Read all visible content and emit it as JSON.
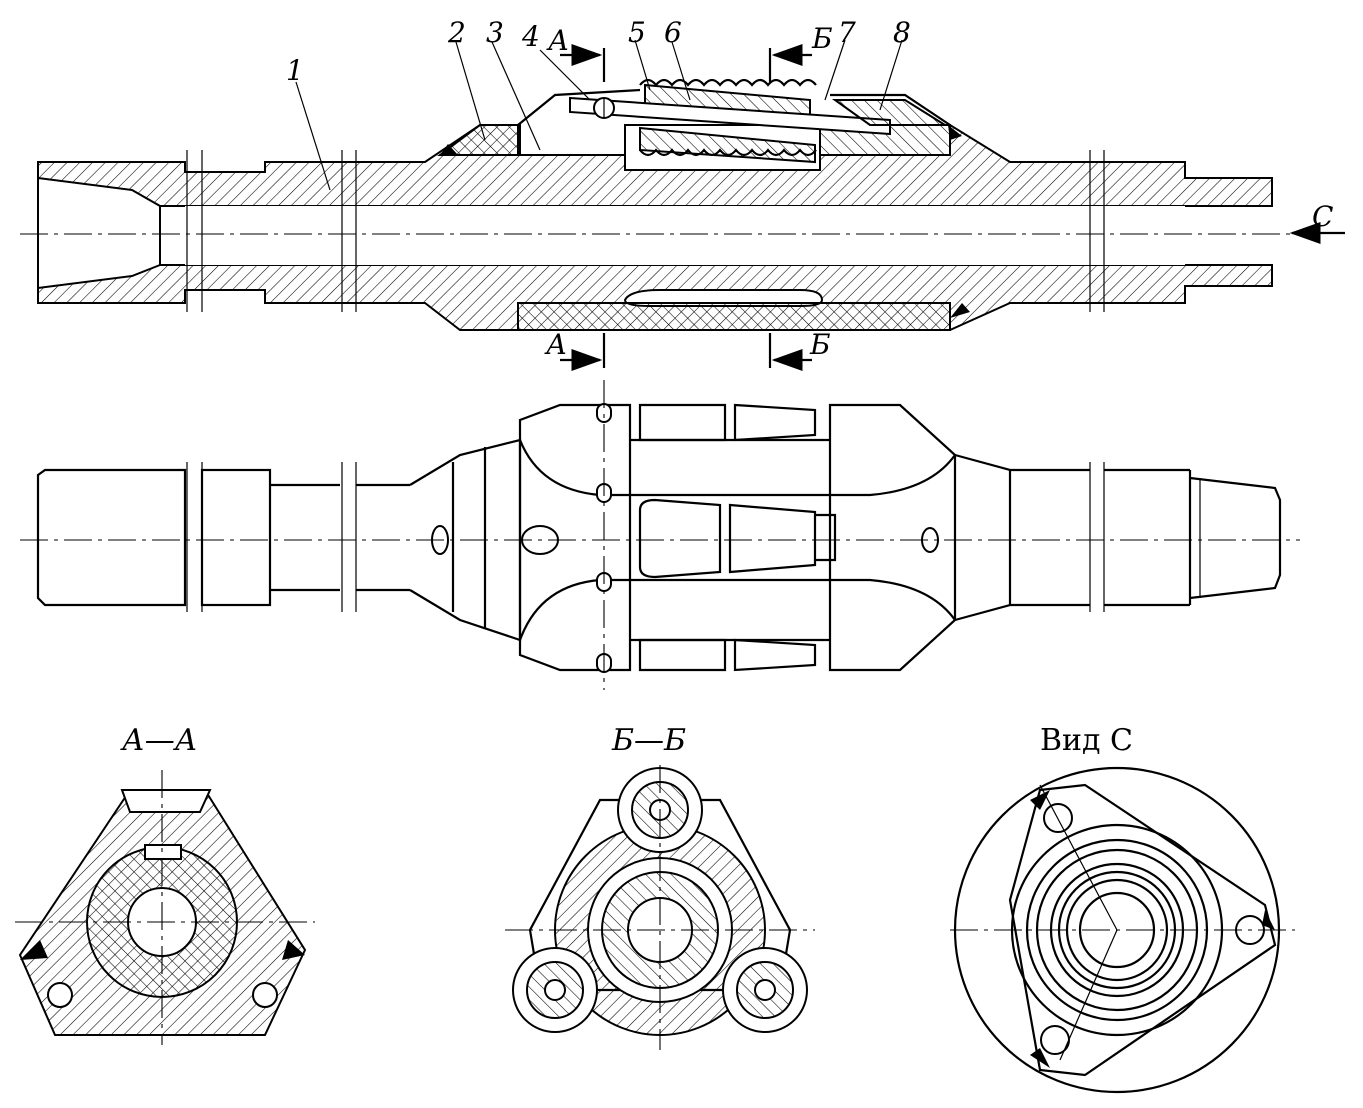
{
  "labels": {
    "parts": [
      "1",
      "2",
      "3",
      "4",
      "5",
      "6",
      "7",
      "8"
    ],
    "section_a_mark": "А",
    "section_b_mark": "Б",
    "view_c_mark": "С",
    "section_a_title": "А—А",
    "section_b_title": "Б—Б",
    "view_c_title": "Вид  С"
  }
}
